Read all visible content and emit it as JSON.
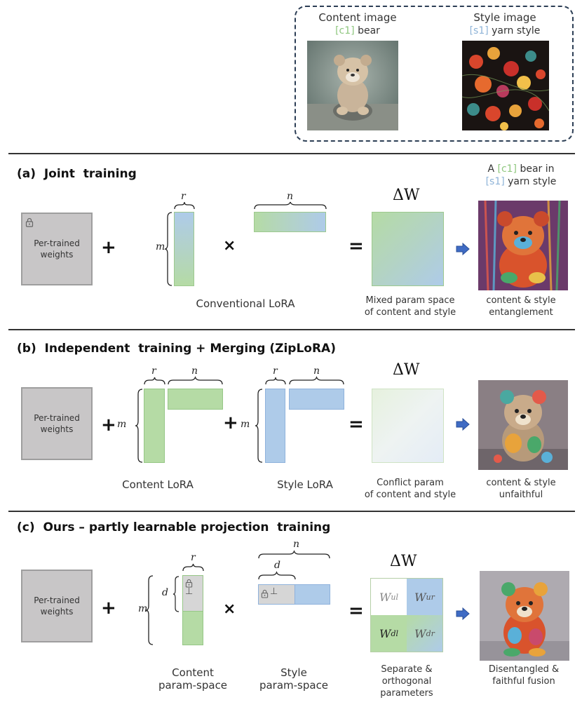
{
  "top": {
    "content_title": "Content image",
    "content_tag": "[c1]",
    "content_word": "bear",
    "style_title": "Style image",
    "style_tag": "[s1]",
    "style_word": "yarn style"
  },
  "sections": {
    "a": {
      "title": "(a)  Joint  training",
      "weights_label": "Per-trained weights",
      "lora_caption": "Conventional LoRA",
      "delta": "ΔW",
      "delta_caption_1": "Mixed param space",
      "delta_caption_2": "of content and style",
      "prompt_a": "A",
      "prompt_tag_c": "[c1]",
      "prompt_bear_in": "bear in",
      "prompt_tag_s": "[s1]",
      "prompt_yarn": "yarn style",
      "result_caption_1": "content & style",
      "result_caption_2": "entanglement",
      "var_r": "r",
      "var_n": "n",
      "var_m": "m"
    },
    "b": {
      "title": "(b)  Independent  training + Merging (ZipLoRA)",
      "weights_label": "Per-trained weights",
      "content_caption": "Content LoRA",
      "style_caption": "Style LoRA",
      "delta": "ΔW",
      "delta_caption_1": "Conflict param",
      "delta_caption_2": "of content and style",
      "result_caption_1": "content & style",
      "result_caption_2": "unfaithful",
      "var_r": "r",
      "var_n": "n",
      "var_m": "m"
    },
    "c": {
      "title": "(c)  Ours – partly learnable projection  training",
      "weights_label": "Per-trained weights",
      "content_caption_1": "Content",
      "content_caption_2": "param-space",
      "style_caption_1": "Style",
      "style_caption_2": "param-space",
      "delta": "ΔW",
      "w_ul": "W",
      "w_ul_sub": "ul",
      "w_ur": "W",
      "w_ur_sub": "ur",
      "w_dl": "W",
      "w_dl_sub": "dl",
      "w_dr": "W",
      "w_dr_sub": "dr",
      "perp": "⊥",
      "delta_caption_1": "Separate &",
      "delta_caption_2": "orthogonal",
      "delta_caption_3": "parameters",
      "result_caption_1": "Disentangled &",
      "result_caption_2": "faithful fusion",
      "var_r": "r",
      "var_n": "n",
      "var_m": "m",
      "var_d": "d"
    }
  },
  "colors": {
    "green": "#b5dba5",
    "blue": "#aecbe9",
    "arrow": "#3f6bc4",
    "box_dash": "#2c3e55"
  },
  "icons": [
    "lock-icon",
    "arrow-right-icon",
    "brace-icon",
    "plus-icon",
    "times-icon",
    "equals-icon"
  ]
}
